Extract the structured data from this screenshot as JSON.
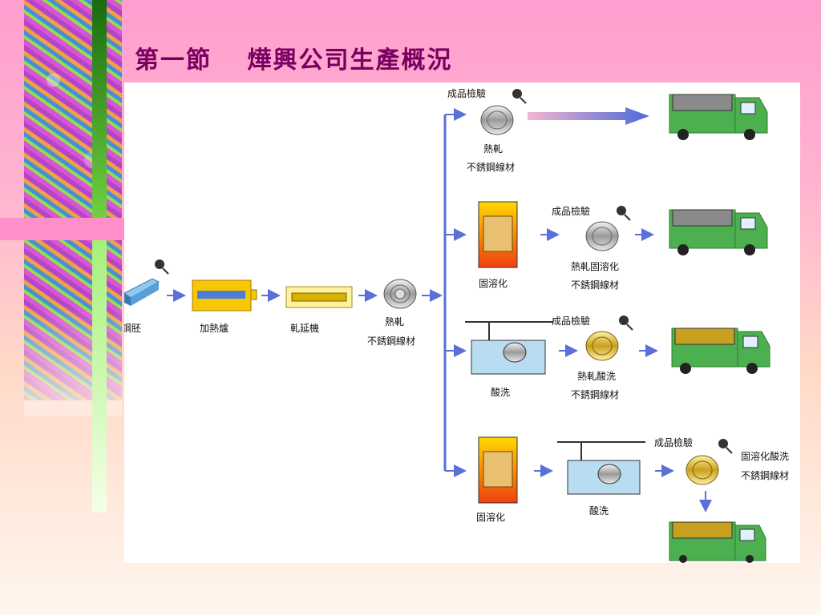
{
  "title": "第一節　 燁興公司生產概況",
  "diagram": {
    "steps": {
      "billet": "鋼胚",
      "furnace": "加熱爐",
      "mill": "軋延機",
      "hot_roll_1": "熱軋",
      "hot_roll_2": "不銹鋼線材"
    },
    "inspection": "成品檢驗",
    "branch1": {
      "label1": "熱軋",
      "label2": "不銹鋼線材"
    },
    "branch2": {
      "process": "固溶化",
      "label1": "熱軋固溶化",
      "label2": "不銹鋼線材"
    },
    "branch3": {
      "process": "酸洗",
      "label1": "熱軋酸洗",
      "label2": "不銹鋼線材"
    },
    "branch4": {
      "process1": "固溶化",
      "process2": "酸洗",
      "label1": "固溶化酸洗",
      "label2": "不銹鋼線材"
    }
  },
  "colors": {
    "title": "#7a0060",
    "arrow": "#5a6fd8",
    "truck": "#4caf50",
    "furnace": "#f7c800"
  }
}
